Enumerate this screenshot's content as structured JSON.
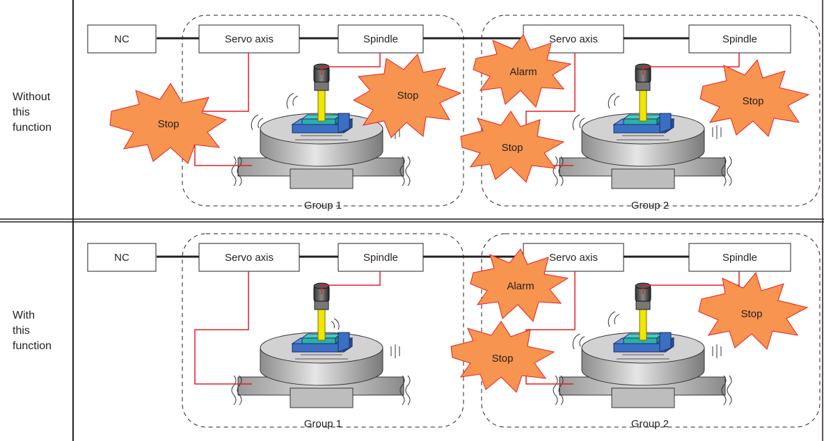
{
  "rows": [
    {
      "label_lines": [
        "Without",
        "this",
        "function"
      ],
      "nc": "NC",
      "group1": {
        "servo": "Servo axis",
        "spindle": "Spindle",
        "name": "Group 1",
        "bursts": [
          "Stop",
          "Stop"
        ]
      },
      "group2": {
        "servo": "Servo axis",
        "spindle": "Spindle",
        "name": "Group 2",
        "bursts": [
          "Alarm",
          "Stop",
          "Stop"
        ]
      }
    },
    {
      "label_lines": [
        "With",
        "this",
        "function"
      ],
      "nc": "NC",
      "group1": {
        "servo": "Servo axis",
        "spindle": "Spindle",
        "name": "Group 1",
        "bursts": []
      },
      "group2": {
        "servo": "Servo axis",
        "spindle": "Spindle",
        "name": "Group 2",
        "bursts": [
          "Alarm",
          "Stop",
          "Stop"
        ]
      }
    }
  ],
  "colors": {
    "burst_fill": "#f7944f",
    "wire_red": "#e31e24",
    "table_gray": "#c8c8c8",
    "workpiece_blue": "#3b6fc4",
    "workpiece_teal": "#2bb0a8",
    "spindle_yellow": "#f2e600"
  }
}
